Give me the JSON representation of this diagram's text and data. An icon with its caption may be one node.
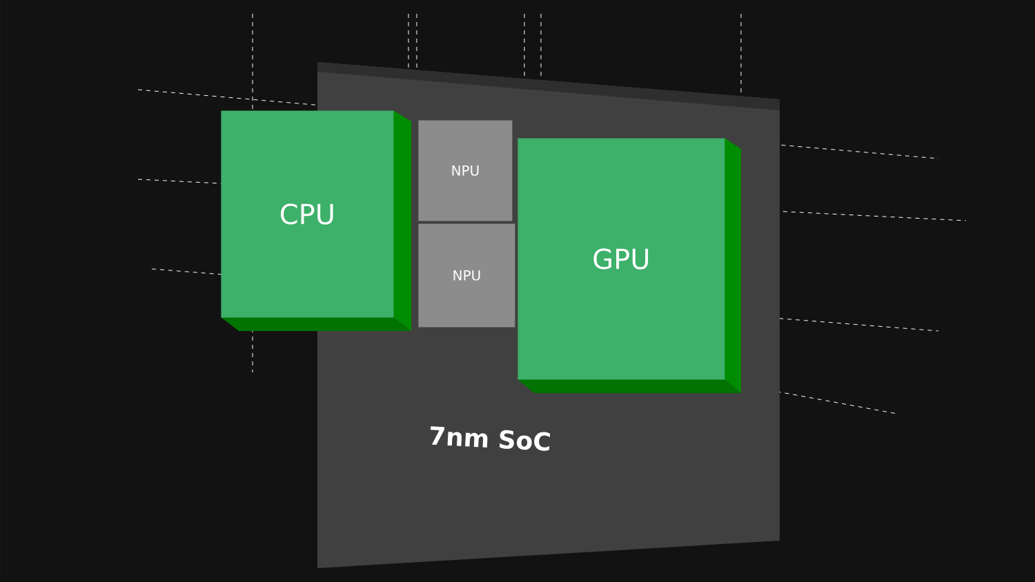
{
  "diagram": {
    "nodes": [
      {
        "text": [
          "7nm SoC"
        ]
      },
      {
        "text": [
          "CPU"
        ]
      },
      {
        "text": [
          "NPU"
        ],
        "in": 0
      },
      {
        "text": [
          "NPU"
        ],
        "in": 0
      },
      {
        "text": [
          "GPU"
        ],
        "in": 0
      }
    ]
  }
}
